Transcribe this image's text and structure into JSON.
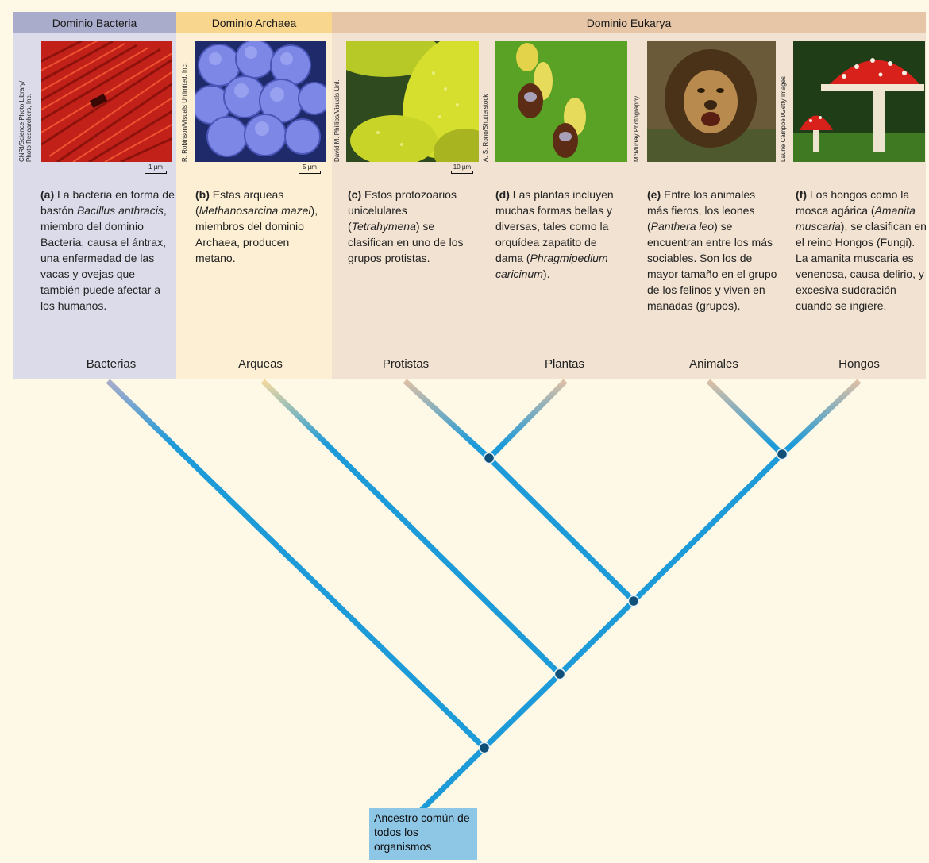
{
  "domains": [
    {
      "title": "Dominio Bacteria",
      "color": "#a9accb"
    },
    {
      "title": "Dominio Archaea",
      "color": "#f8d68d"
    },
    {
      "title": "Dominio Eukarya",
      "color": "#e6c6a6"
    }
  ],
  "organisms": [
    {
      "letter": "(a)",
      "credit": "CNRI/Science Photo Library/\nPhoto Researchers, Inc.",
      "scale": "1 µm",
      "caption": [
        "La bacteria en forma de bastón",
        "Bacillus anthracis",
        ", miembro del dominio Bacteria, causa el ántrax, una enfermedad de las vacas y ovejas que también puede afectar a los humanos."
      ]
    },
    {
      "letter": "(b)",
      "credit": "R. Robinson/Visuals Unlimited, Inc.",
      "scale": "5 µm",
      "caption": [
        "Estas arqueas (",
        "Methanosarcina mazei",
        "), miembros del dominio Archaea, producen metano."
      ]
    },
    {
      "letter": "(c)",
      "credit": "David M. Phillips/Visuals Unl.",
      "scale": "10 µm",
      "caption": [
        "Estos protozoarios unicelulares (",
        "Tetrahymena",
        ") se clasifican en uno de los grupos protistas."
      ]
    },
    {
      "letter": "(d)",
      "credit": "A. S. Rono/Shutterstock",
      "caption": [
        "Las plantas incluyen muchas formas bellas y diversas, tales como la orquídea zapatito de dama (",
        "Phragmipedium caricinum",
        ")."
      ]
    },
    {
      "letter": "(e)",
      "credit": "McMurray Photography",
      "caption": [
        "Entre los animales más fieros, los leones (",
        "Panthera leo",
        ") se encuentran entre los más sociables. Son los de mayor tamaño en el grupo de los felinos y viven en manadas (grupos)."
      ]
    },
    {
      "letter": "(f)",
      "credit": "Laurie Campbell/Getty Images",
      "caption": [
        "Los hongos como la mosca agárica (",
        "Amanita muscaria",
        "), se clasifican en el reino Hongos (Fungi). La amanita muscaria es venenosa, causa delirio, y excesiva sudoración cuando se ingiere."
      ]
    }
  ],
  "groups": [
    "Bacterias",
    "Arqueas",
    "Protistas",
    "Plantas",
    "Animales",
    "Hongos"
  ],
  "ancestor": "Ancestro común de todos los organismos",
  "colors": {
    "branch": "#1d9ad8",
    "node": "#0f4f78",
    "ancestor_box": "#8ec6e6",
    "background": "#fdf9e6"
  }
}
